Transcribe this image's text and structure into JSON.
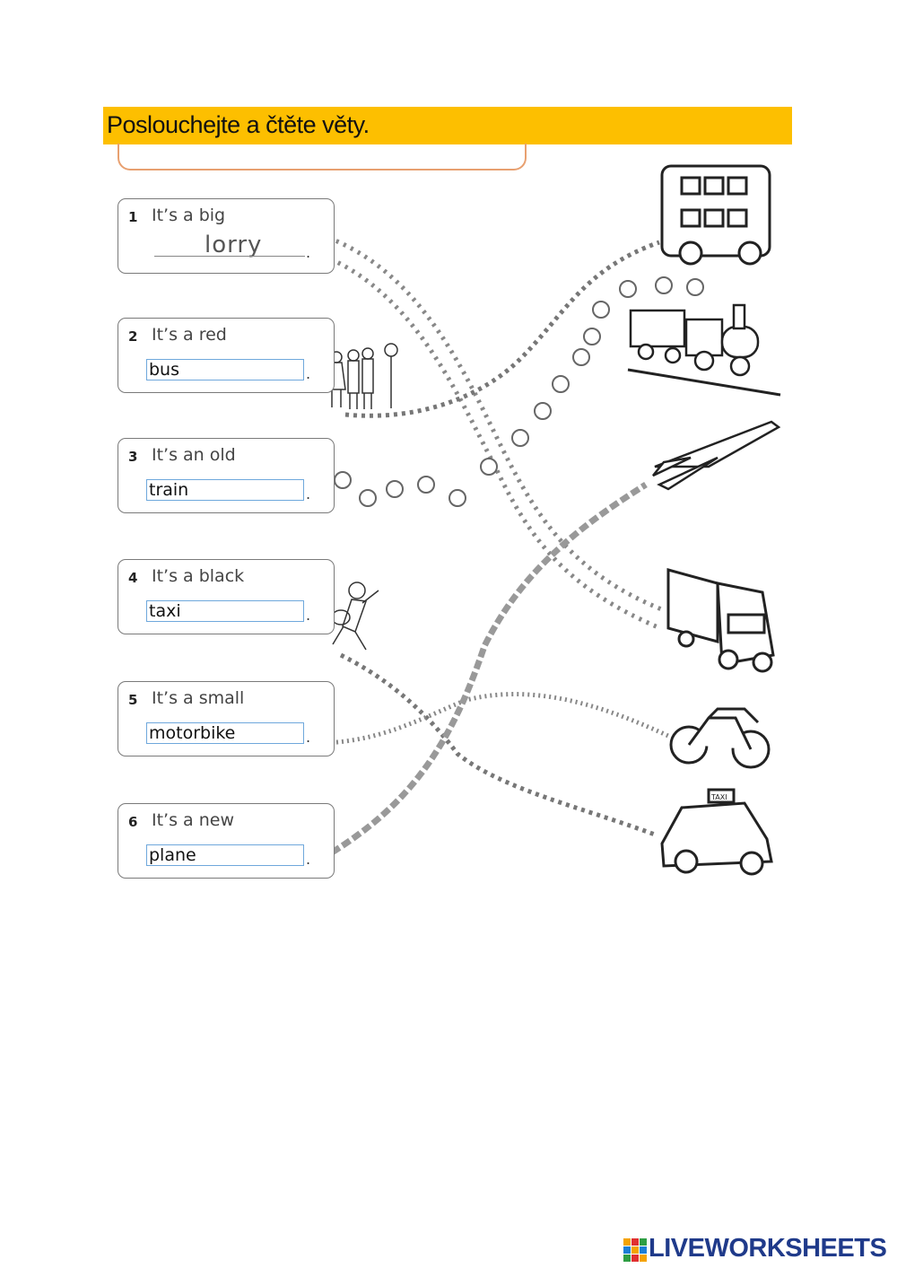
{
  "header": {
    "title": "Poslouchejte a čtěte věty."
  },
  "exercise": {
    "items": [
      {
        "num": "1",
        "prompt": "It’s a big",
        "answer": "lorry"
      },
      {
        "num": "2",
        "prompt": "It’s a red",
        "answer": "bus"
      },
      {
        "num": "3",
        "prompt": "It’s an old",
        "answer": "train"
      },
      {
        "num": "4",
        "prompt": "It’s a black",
        "answer": "taxi"
      },
      {
        "num": "5",
        "prompt": "It’s a small",
        "answer": "motorbike"
      },
      {
        "num": "6",
        "prompt": "It’s a new",
        "answer": "plane"
      }
    ],
    "period": "."
  },
  "pictures": {
    "bus": "double-decker-bus-icon",
    "train": "steam-train-icon",
    "plane": "jet-plane-icon",
    "lorry": "lorry-icon",
    "motorbike": "motorbike-icon",
    "taxi": "taxi-icon"
  },
  "taxi_sign": "TAXI",
  "footer": {
    "brand": "LIVEWORKSHEETS"
  },
  "colors": {
    "banner": "#fdbf00",
    "input_border": "#6fa8dc",
    "brand": "#1f3a8a"
  }
}
